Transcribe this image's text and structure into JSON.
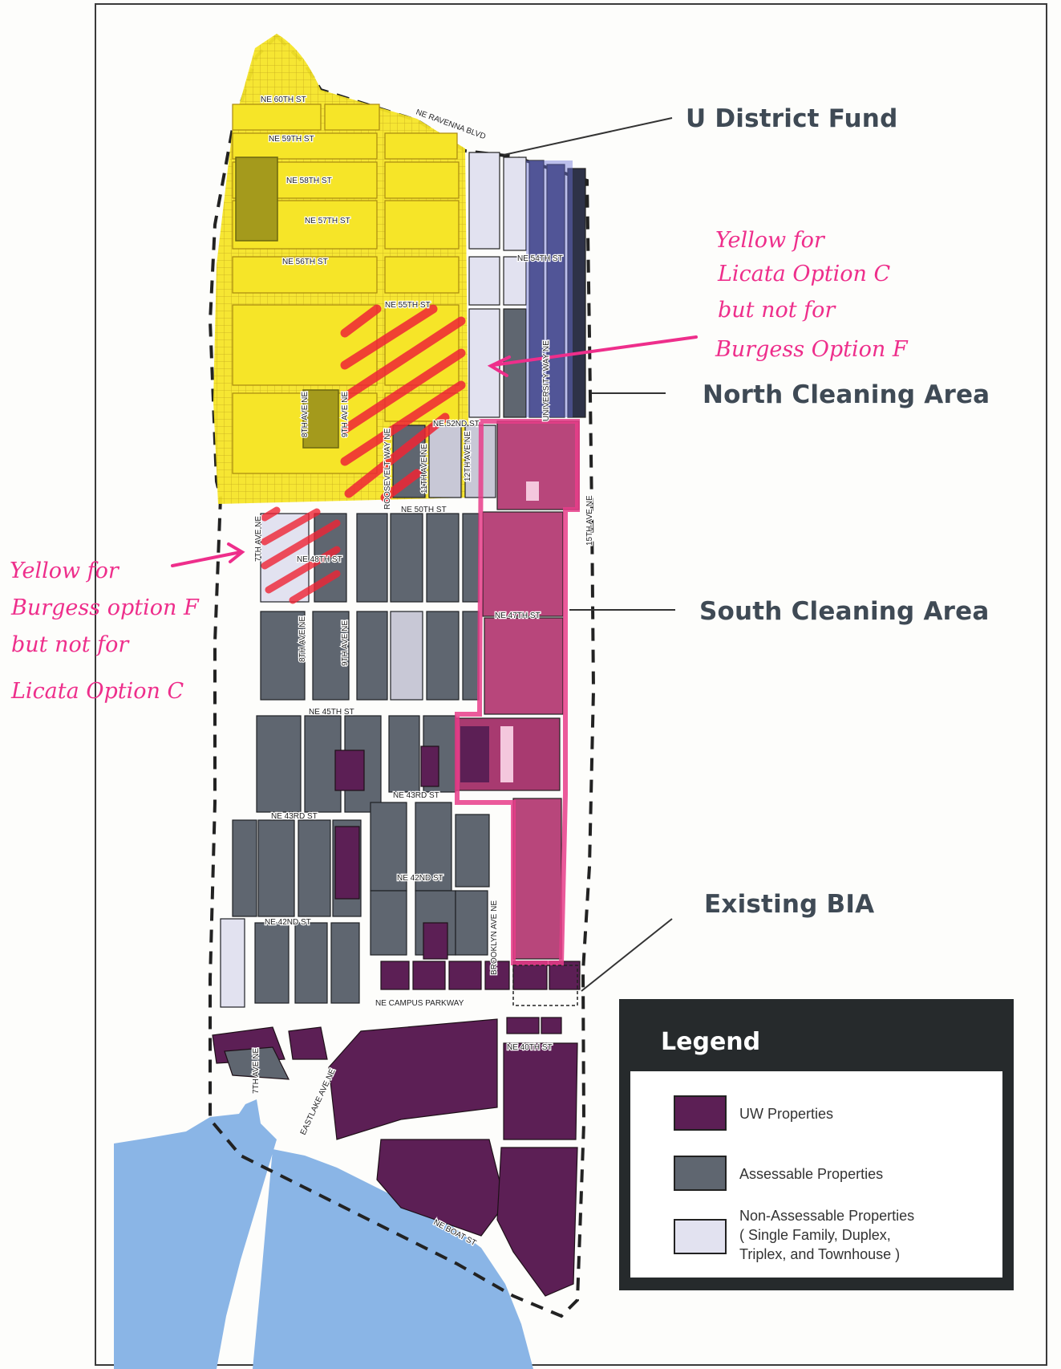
{
  "colors": {
    "uw": "#5c1f55",
    "assessable": "#5f6670",
    "non_assessable": "#e2e2f0",
    "fund_yellow": "#f6e528",
    "cleaning_pink": "#e83d8a",
    "water": "#8ab5e6",
    "hatch_red": "#ef2535",
    "annotation": "#ee2e8b"
  },
  "callouts": {
    "u_district_fund": "U District Fund",
    "north_cleaning_area": "North Cleaning Area",
    "south_cleaning_area": "South Cleaning Area",
    "existing_bia": "Existing BIA"
  },
  "annotations": {
    "licata": [
      "Yellow for",
      "Licata Option C",
      "but not for",
      "Burgess Option F"
    ],
    "burgess": [
      "Yellow for",
      "Burgess option F",
      "but not for",
      "Licata Option C"
    ]
  },
  "streets": {
    "ne_60th": "NE 60TH ST",
    "ne_59th": "NE 59TH ST",
    "ne_58th": "NE 58TH ST",
    "ne_57th": "NE 57TH ST",
    "ne_56th": "NE 56TH ST",
    "ne_55th": "NE 55TH ST",
    "ne_54th": "NE 54TH ST",
    "ne_52nd": "NE 52ND ST",
    "ne_50th": "NE 50TH ST",
    "ne_48th": "NE 48TH ST",
    "ne_47th": "NE 47TH ST",
    "ne_45th": "NE 45TH ST",
    "ne_43rd_a": "NE 43RD ST",
    "ne_43rd_b": "NE 43RD ST",
    "ne_42nd_a": "NE 42ND ST",
    "ne_42nd_b": "NE 42ND ST",
    "ne_40th": "NE 40TH ST",
    "ravenna": "NE RAVENNA BLVD",
    "campus_parkway": "NE CAMPUS PARKWAY",
    "boat": "NE BOAT ST",
    "ave_7th_a": "7TH AVE NE",
    "ave_7th_b": "7TH AVE NE",
    "ave_8th_a": "8TH AVE NE",
    "ave_8th_b": "8TH AVE NE",
    "ave_9th_a": "9TH AVE NE",
    "ave_9th_b": "9TH AVE NE",
    "roosevelt": "ROOSEVELT WAY NE",
    "ave_11th": "11TH AVE NE",
    "ave_12th": "12TH AVE NE",
    "university": "UNIVERSITY WAY NE",
    "brooklyn": "BROOKLYN AVE NE",
    "ave_15th": "15TH AVE NE",
    "eastlake": "EASTLAKE AVE NE"
  },
  "legend": {
    "title": "Legend",
    "items": [
      {
        "label": "UW Properties",
        "color": "#5c1f55"
      },
      {
        "label": "Assessable Properties",
        "color": "#5f6670"
      },
      {
        "label": "Non-Assessable Properties",
        "label2": "( Single Family, Duplex,",
        "label3": "Triplex, and Townhouse )",
        "color": "#e2e2f0"
      }
    ]
  }
}
